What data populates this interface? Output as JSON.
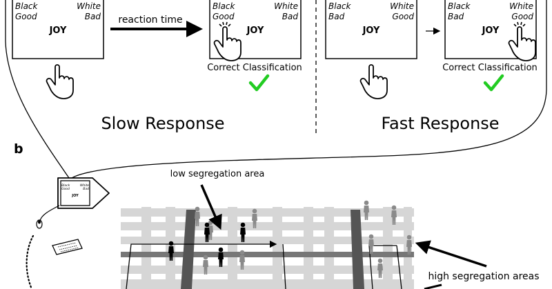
{
  "panel_b_label": "b",
  "trials": [
    {
      "left_top": "Black",
      "left_bottom": "Good",
      "right_top": "White",
      "right_bottom": "Bad",
      "word": "JOY"
    },
    {
      "left_top": "Black",
      "left_bottom": "Good",
      "right_top": "White",
      "right_bottom": "Bad",
      "word": "JOY"
    },
    {
      "left_top": "Black",
      "left_bottom": "Bad",
      "right_top": "White",
      "right_bottom": "Good",
      "word": "JOY"
    },
    {
      "left_top": "Black",
      "left_bottom": "Bad",
      "right_top": "White",
      "right_bottom": "Good",
      "word": "JOY"
    }
  ],
  "reaction_time_label": "reaction time",
  "correct_label_1": "Correct Classification",
  "correct_label_2": "Correct Classification",
  "slow_response_label": "Slow Response",
  "fast_response_label": "Fast Response",
  "low_segregation_label": "low segregation area",
  "high_segregation_label": "high segregation areas",
  "device": {
    "left_top": "Black",
    "left_bottom": "Good",
    "right_top": "White",
    "right_bottom": "Bad",
    "word": "JOY"
  },
  "colors": {
    "check": "#22cc22",
    "grid_light": "#d6d6d6",
    "grid_dark": "#555555",
    "person_dark": "#000000",
    "person_light": "#8a8a8a"
  }
}
